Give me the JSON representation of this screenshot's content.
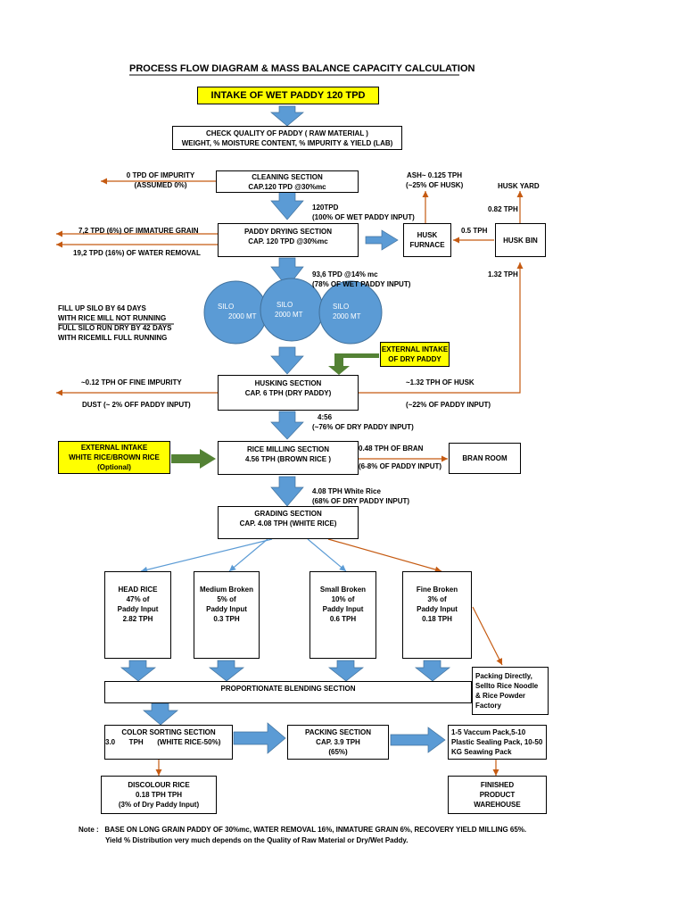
{
  "title": "PROCESS FLOW DIAGRAM & MASS BALANCE CAPACITY CALCULATION",
  "intake": "INTAKE OF WET PADDY 120 TPD",
  "check_quality": [
    "CHECK QUALITY OF PADDY ( RAW MATERIAL )",
    "WEIGHT, % MOISTURE CONTENT, % IMPURITY & YIELD (LAB)"
  ],
  "cleaning": {
    "box": [
      "CLEANING SECTION",
      "CAP.120 TPD @30%mc"
    ],
    "impurity": [
      "0 TPD OF IMPURITY",
      "(ASSUMED 0%)"
    ],
    "output": [
      "120TPD",
      "(100% OF WET PADDY INPUT)"
    ]
  },
  "husk": {
    "ash": [
      "ASH~ 0.125 TPH",
      "(~25% OF HUSK)"
    ],
    "yard": "HUSK YARD",
    "yard_flow": "0.82 TPH",
    "furnace": [
      "HUSK",
      "FURNACE"
    ],
    "furnace_flow": "0.5 TPH",
    "bin": "HUSK BIN",
    "bin_flow": "1.32 TPH"
  },
  "drying": {
    "box": [
      "PADDY DRYING SECTION",
      "CAP. 120 TPD @30%mc"
    ],
    "immature": "7,2 TPD (6%) OF IMMATURE GRAIN",
    "water": "19,2 TPD (16%) OF WATER REMOVAL",
    "output": [
      "93,6 TPD @14% mc",
      "(78% OF WET PADDY INPUT)"
    ]
  },
  "silo_note": [
    "FILL UP SILO BY 64 DAYS",
    "WITH RICE MILL NOT RUNNING",
    "FULL SILO RUN DRY BY 42 DAYS",
    "WITH RICEMILL FULL RUNNING"
  ],
  "silos": [
    {
      "name": "SILO",
      "cap": "2000 MT"
    },
    {
      "name": "SILO",
      "cap": "2000 MT"
    },
    {
      "name": "SILO",
      "cap": "2000 MT"
    }
  ],
  "external_dry": [
    "EXTERNAL INTAKE",
    "OF DRY PADDY"
  ],
  "husking": {
    "box": [
      "HUSKING SECTION",
      "CAP. 6 TPH (DRY PADDY)"
    ],
    "fine_impurity": "~0.12 TPH OF FINE IMPURITY",
    "dust": "DUST (~ 2% OFF PADDY INPUT)",
    "husk_out": "~1.32 TPH OF HUSK",
    "husk_pct": "(~22% OF PADDY INPUT)",
    "output": [
      "4:56",
      "(~76% OF DRY PADDY INPUT)"
    ]
  },
  "external_white": [
    "EXTERNAL INTAKE",
    "WHITE RICE/BROWN RICE",
    "(Optional)"
  ],
  "milling": {
    "box": [
      "RICE MILLING SECTION",
      "4.56 TPH (BROWN RICE )"
    ],
    "bran": [
      "0.48 TPH OF BRAN",
      "(6-8% OF PADDY INPUT)"
    ],
    "bran_room": "BRAN ROOM",
    "output": [
      "4.08 TPH White Rice",
      "(68% OF DRY PADDY INPUT)"
    ]
  },
  "grading": [
    "GRADING SECTION",
    "CAP. 4.08 TPH (WHITE RICE)"
  ],
  "grades": [
    [
      "HEAD RICE",
      "47% of",
      "Paddy Input",
      "2.82 TPH"
    ],
    [
      "Medium Broken",
      "5% of",
      "Paddy Input",
      "0.3 TPH"
    ],
    [
      "Small Broken",
      "10% of",
      "Paddy Input",
      "0.6 TPH"
    ],
    [
      "Fine Broken",
      "3% of",
      "Paddy Input",
      "0.18 TPH"
    ]
  ],
  "packing_direct": [
    "Packing Directly,",
    "Sellto Rice Noodle",
    "& Rice Powder",
    "Factory"
  ],
  "blending": "PROPORTIONATE BLENDING SECTION",
  "color_sorting": [
    "COLOR SORTING SECTION",
    "3.0       TPH       (WHITE RICE-50%)"
  ],
  "packing": [
    "PACKING SECTION",
    "CAP. 3.9 TPH",
    "(65%)"
  ],
  "pack_types": [
    "1-5 Vaccum Pack,5-10",
    "Plastic Sealing Pack, 10-50",
    "KG Seawing Pack"
  ],
  "discolour": [
    "DISCOLOUR RICE",
    "0.18 TPH TPH",
    "(3% of Dry Paddy Input)"
  ],
  "warehouse": [
    "FINISHED",
    "PRODUCT",
    "WAREHOUSE"
  ],
  "note": [
    "Note :   BASE ON LONG GRAIN PADDY OF 30%mc, WATER REMOVAL 16%, INMATURE GRAIN 6%, RECOVERY YIELD MILLING 65%.",
    "Yield % Distribution very much depends on the Quality of Raw Material or Dry/Wet Paddy."
  ],
  "colors": {
    "arrow_blue": "#5b9bd5",
    "arrow_orange": "#c55a11",
    "arrow_green": "#548235",
    "highlight": "#ffff00",
    "silo": "#5b9bd5",
    "grain": "#e8924a"
  }
}
